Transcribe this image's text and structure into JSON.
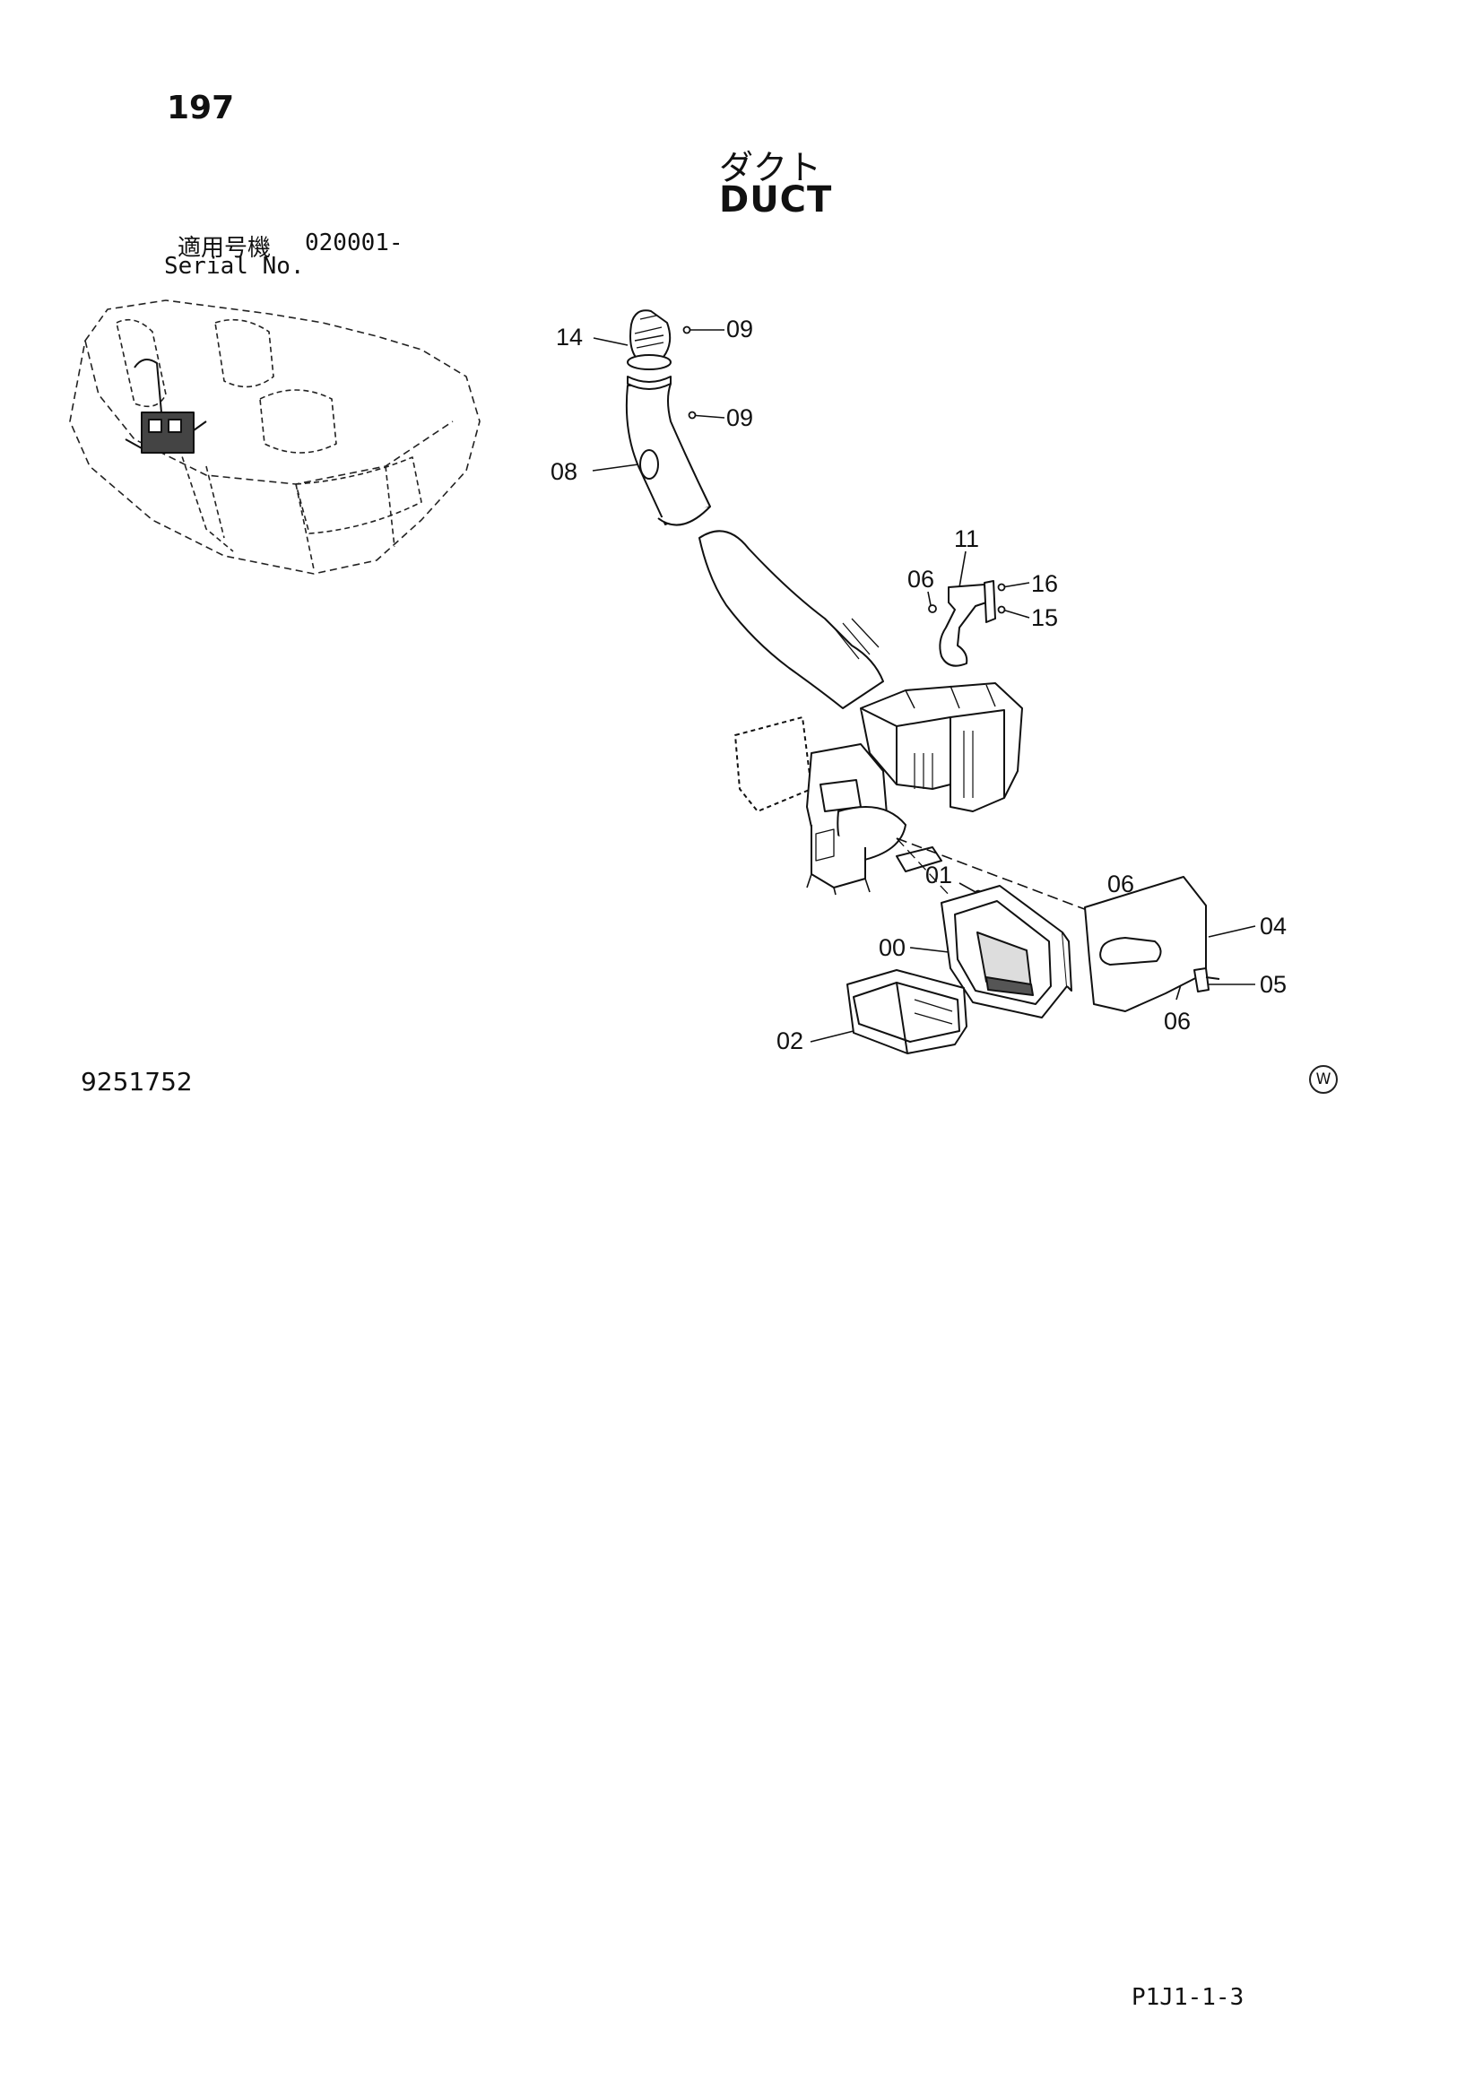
{
  "page": {
    "number": "197",
    "title_jp": "ダクト",
    "title_en": "DUCT",
    "serial_label_jp": "適用号機",
    "serial_value": "020001-",
    "serial_label_en": "Serial No.",
    "drawing_number": "9251752",
    "watermark": "W",
    "page_code": "P1J1-1-3"
  },
  "callouts": {
    "c14": "14",
    "c09a": "09",
    "c09b": "09",
    "c08": "08",
    "c11": "11",
    "c06a": "06",
    "c16": "16",
    "c15": "15",
    "c01": "01",
    "c06b": "06",
    "c04": "04",
    "c00": "00",
    "c05": "05",
    "c06c": "06",
    "c02": "02"
  }
}
